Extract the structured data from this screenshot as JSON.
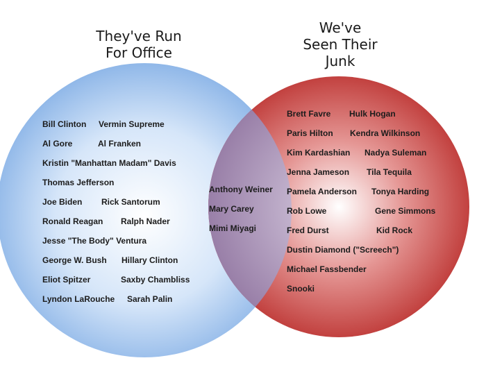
{
  "sets": {
    "left": {
      "title_lines": [
        "They've Run",
        "For Office"
      ],
      "color": "#8fb8ea",
      "members": [
        "Bill Clinton",
        "Vermin Supreme",
        "Al Gore",
        "Al Franken",
        "Kristin \"Manhattan Madam\" Davis",
        "Thomas Jefferson",
        "Joe Biden",
        "Rick Santorum",
        "Ronald Reagan",
        "Ralph Nader",
        "Jesse \"The Body\" Ventura",
        "George W. Bush",
        "Hillary Clinton",
        "Eliot Spitzer",
        "Saxby Chambliss",
        "Lyndon LaRouche",
        "Sarah Palin"
      ]
    },
    "right": {
      "title_lines": [
        "We've",
        "Seen Their",
        "Junk"
      ],
      "color": "#c13a38",
      "members": [
        "Brett Favre",
        "Hulk Hogan",
        "Paris Hilton",
        "Kendra Wilkinson",
        "Kim Kardashian",
        "Nadya Suleman",
        "Jenna Jameson",
        "Tila Tequila",
        "Pamela Anderson",
        "Tonya Harding",
        "Rob Lowe",
        "Gene Simmons",
        "Fred Durst",
        "Kid Rock",
        "Dustin Diamond (\"Screech\")",
        "Michael Fassbender",
        "Snooki"
      ]
    },
    "intersection": {
      "color": "#9b7fa6",
      "members": [
        "Anthony Weiner",
        "Mary Carey",
        "Mimi Miyagi"
      ]
    }
  }
}
